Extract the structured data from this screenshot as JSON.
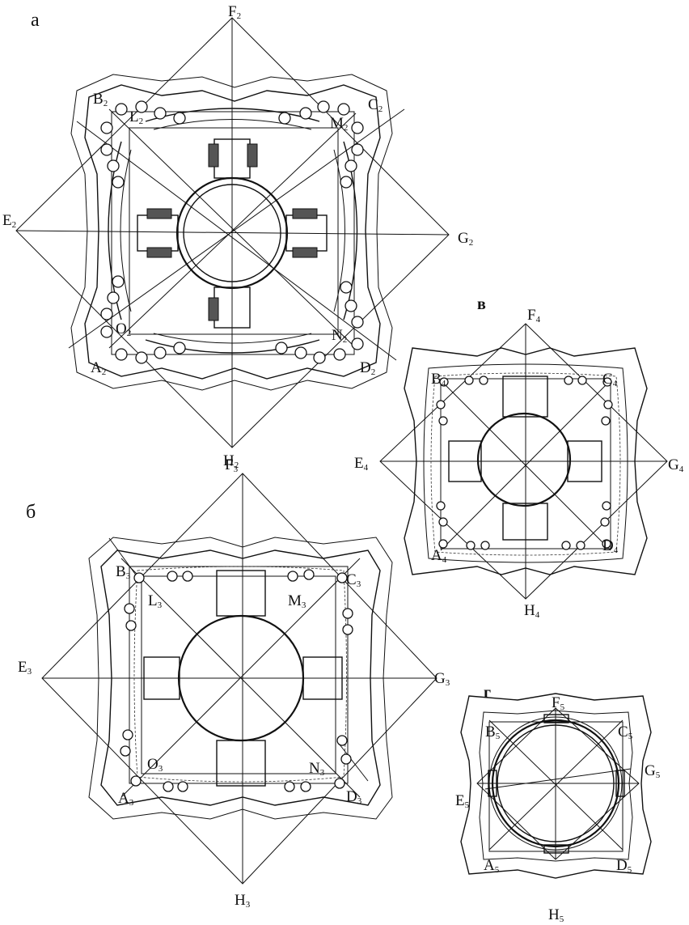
{
  "panels": {
    "a": {
      "letter": "а",
      "points": {
        "F": "F",
        "G": "G",
        "H": "H",
        "E": "E",
        "B": "B",
        "C": "C",
        "A": "A",
        "D": "D",
        "L": "L",
        "M": "M",
        "N": "N",
        "O": "O"
      },
      "subscript": "2"
    },
    "b": {
      "letter": "б",
      "points": {
        "F": "F",
        "G": "G",
        "H": "H",
        "E": "E",
        "B": "B",
        "C": "C",
        "A": "A",
        "D": "D",
        "L": "L",
        "M": "M",
        "N": "N",
        "O": "O"
      },
      "subscript": "3"
    },
    "v": {
      "letter": "в",
      "points": {
        "F": "F",
        "G": "G",
        "H": "H",
        "E": "E",
        "B": "B",
        "C": "C",
        "A": "A",
        "D": "D"
      },
      "subscript": "4"
    },
    "g": {
      "letter": "г",
      "points": {
        "F": "F",
        "G": "G",
        "H": "H",
        "E": "E",
        "B": "B",
        "C": "C",
        "A": "A",
        "D": "D"
      },
      "subscript": "5"
    }
  }
}
